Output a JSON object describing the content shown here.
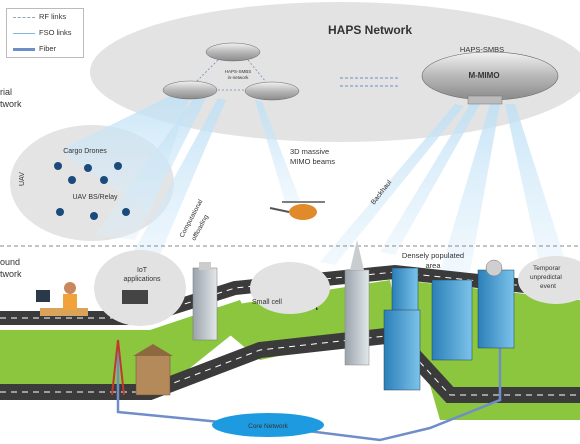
{
  "legend": {
    "rf_links": "RF links",
    "fso_links": "FSO links",
    "fiber": "Fiber"
  },
  "haps_network": {
    "title": "HAPS Network",
    "haps_smbs": "HAPS-SMBS",
    "mmimo": "M-MIMO",
    "small_airship_label": "HAPS-SMBS",
    "small_airship_label2": "in-network"
  },
  "aerial_network": {
    "label_line1": "rial",
    "label_line2": "twork",
    "cargo_drones": "Cargo Drones",
    "uav": "UAV",
    "uav_bs_relay": "UAV BS/Relay"
  },
  "links": {
    "three_d_massive": "3D massive",
    "mimo_beams": "MIMO beams",
    "computational": "Computational",
    "offloading": "offloading",
    "backhaul": "Backhaul"
  },
  "ground_network": {
    "label_line1": "ound",
    "label_line2": "twork",
    "iot_line1": "IoT",
    "iot_line2": "applications",
    "small_cell": "Small cell",
    "densely_line1": "Densely populated",
    "densely_line2": "area",
    "temporal_line1": "Temporar",
    "temporal_line2": "unpredictal",
    "temporal_line3": "event",
    "core_network": "Core Network"
  },
  "colors": {
    "haps_cloud": "#e3e3e3",
    "beam": "#a9d2ef",
    "road": "#3b3b3b",
    "grass": "#8cc63f",
    "core_network": "#1e9be0",
    "fiber": "#6f8ec9"
  }
}
